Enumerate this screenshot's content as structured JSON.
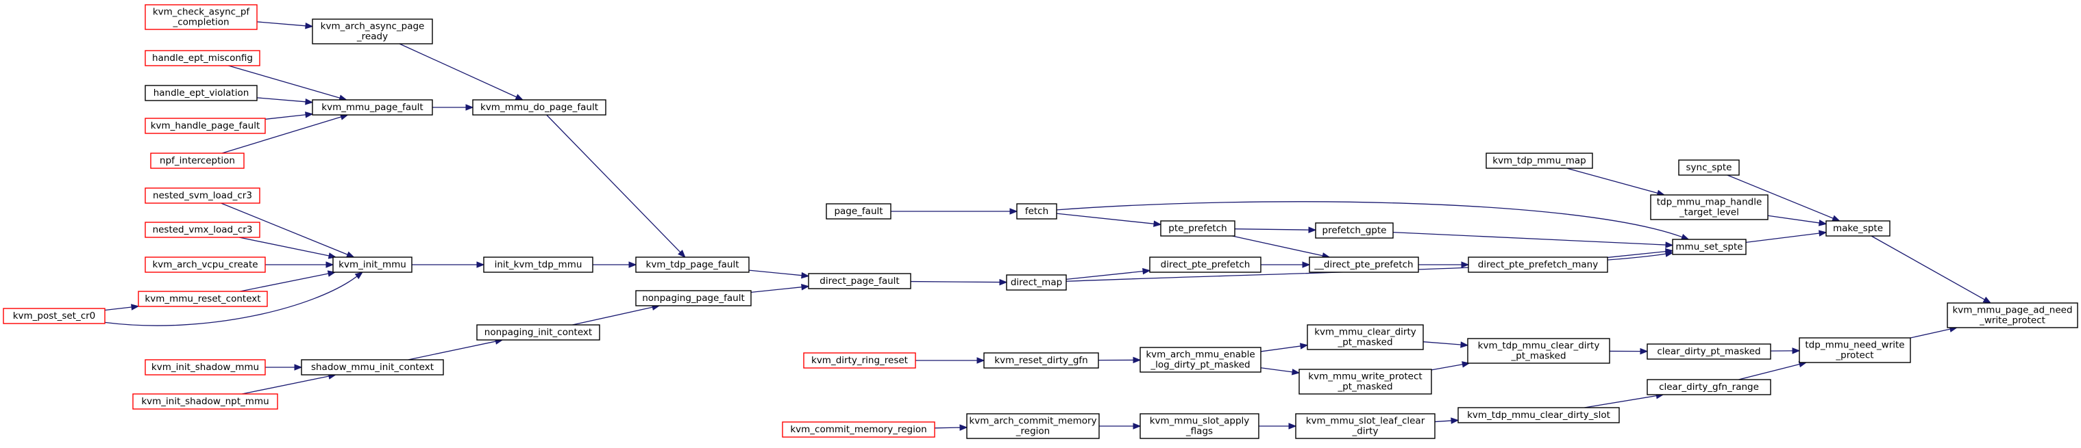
{
  "colors": {
    "edge": "#191970",
    "node_border_default": "#000000",
    "node_border_truncated": "#ff0000",
    "root_fill": "#bfbfbf",
    "node_fill": "#ffffff"
  },
  "nodes": [
    {
      "id": "root",
      "lines": [
        "kvm_mmu_page_ad_need",
        "_write_protect"
      ],
      "style": "root"
    },
    {
      "id": "make_spte",
      "lines": [
        "make_spte"
      ],
      "style": "normal"
    },
    {
      "id": "tdp_mmu_need_write_protect",
      "lines": [
        "tdp_mmu_need_write",
        "_protect"
      ],
      "style": "normal"
    },
    {
      "id": "sync_spte",
      "lines": [
        "sync_spte"
      ],
      "style": "normal"
    },
    {
      "id": "tdp_mmu_map_handle_target_level",
      "lines": [
        "tdp_mmu_map_handle",
        "_target_level"
      ],
      "style": "normal"
    },
    {
      "id": "mmu_set_spte",
      "lines": [
        "mmu_set_spte"
      ],
      "style": "normal"
    },
    {
      "id": "clear_dirty_pt_masked",
      "lines": [
        "clear_dirty_pt_masked"
      ],
      "style": "normal"
    },
    {
      "id": "clear_dirty_gfn_range",
      "lines": [
        "clear_dirty_gfn_range"
      ],
      "style": "normal"
    },
    {
      "id": "kvm_tdp_mmu_map",
      "lines": [
        "kvm_tdp_mmu_map"
      ],
      "style": "normal"
    },
    {
      "id": "fetch",
      "lines": [
        "fetch"
      ],
      "style": "normal"
    },
    {
      "id": "prefetch_gpte",
      "lines": [
        "prefetch_gpte"
      ],
      "style": "normal"
    },
    {
      "id": "direct_pte_prefetch_many",
      "lines": [
        "direct_pte_prefetch_many"
      ],
      "style": "normal"
    },
    {
      "id": "direct_map",
      "lines": [
        "direct_map"
      ],
      "style": "normal"
    },
    {
      "id": "kvm_tdp_mmu_clear_dirty_pt_masked",
      "lines": [
        "kvm_tdp_mmu_clear_dirty",
        "_pt_masked"
      ],
      "style": "normal"
    },
    {
      "id": "kvm_tdp_mmu_clear_dirty_slot",
      "lines": [
        "kvm_tdp_mmu_clear_dirty_slot"
      ],
      "style": "normal"
    },
    {
      "id": "page_fault",
      "lines": [
        "page_fault"
      ],
      "style": "normal"
    },
    {
      "id": "pte_prefetch",
      "lines": [
        "pte_prefetch"
      ],
      "style": "normal"
    },
    {
      "id": "__direct_pte_prefetch",
      "lines": [
        "__direct_pte_prefetch"
      ],
      "style": "normal"
    },
    {
      "id": "direct_pte_prefetch",
      "lines": [
        "direct_pte_prefetch"
      ],
      "style": "normal"
    },
    {
      "id": "direct_page_fault",
      "lines": [
        "direct_page_fault"
      ],
      "style": "normal"
    },
    {
      "id": "kvm_tdp_page_fault",
      "lines": [
        "kvm_tdp_page_fault"
      ],
      "style": "normal"
    },
    {
      "id": "nonpaging_page_fault",
      "lines": [
        "nonpaging_page_fault"
      ],
      "style": "normal"
    },
    {
      "id": "kvm_mmu_do_page_fault",
      "lines": [
        "kvm_mmu_do_page_fault"
      ],
      "style": "normal"
    },
    {
      "id": "init_kvm_tdp_mmu",
      "lines": [
        "init_kvm_tdp_mmu"
      ],
      "style": "normal"
    },
    {
      "id": "nonpaging_init_context",
      "lines": [
        "nonpaging_init_context"
      ],
      "style": "normal"
    },
    {
      "id": "kvm_arch_async_page_ready",
      "lines": [
        "kvm_arch_async_page",
        "_ready"
      ],
      "style": "normal"
    },
    {
      "id": "kvm_mmu_page_fault",
      "lines": [
        "kvm_mmu_page_fault"
      ],
      "style": "normal"
    },
    {
      "id": "kvm_init_mmu",
      "lines": [
        "kvm_init_mmu"
      ],
      "style": "normal"
    },
    {
      "id": "shadow_mmu_init_context",
      "lines": [
        "shadow_mmu_init_context"
      ],
      "style": "normal"
    },
    {
      "id": "kvm_check_async_pf_completion",
      "lines": [
        "kvm_check_async_pf",
        "_completion"
      ],
      "style": "truncated"
    },
    {
      "id": "handle_ept_misconfig",
      "lines": [
        "handle_ept_misconfig"
      ],
      "style": "truncated"
    },
    {
      "id": "handle_ept_violation",
      "lines": [
        "handle_ept_violation"
      ],
      "style": "normal"
    },
    {
      "id": "kvm_handle_page_fault",
      "lines": [
        "kvm_handle_page_fault"
      ],
      "style": "truncated"
    },
    {
      "id": "npf_interception",
      "lines": [
        "npf_interception"
      ],
      "style": "truncated"
    },
    {
      "id": "nested_svm_load_cr3",
      "lines": [
        "nested_svm_load_cr3"
      ],
      "style": "truncated"
    },
    {
      "id": "nested_vmx_load_cr3",
      "lines": [
        "nested_vmx_load_cr3"
      ],
      "style": "truncated"
    },
    {
      "id": "kvm_arch_vcpu_create",
      "lines": [
        "kvm_arch_vcpu_create"
      ],
      "style": "truncated"
    },
    {
      "id": "kvm_mmu_reset_context",
      "lines": [
        "kvm_mmu_reset_context"
      ],
      "style": "truncated"
    },
    {
      "id": "kvm_post_set_cr0",
      "lines": [
        "kvm_post_set_cr0"
      ],
      "style": "truncated"
    },
    {
      "id": "kvm_init_shadow_mmu",
      "lines": [
        "kvm_init_shadow_mmu"
      ],
      "style": "truncated"
    },
    {
      "id": "kvm_init_shadow_npt_mmu",
      "lines": [
        "kvm_init_shadow_npt_mmu"
      ],
      "style": "truncated"
    },
    {
      "id": "kvm_arch_mmu_enable_log_dirty_pt_masked",
      "lines": [
        "kvm_arch_mmu_enable",
        "_log_dirty_pt_masked"
      ],
      "style": "normal"
    },
    {
      "id": "kvm_mmu_clear_dirty_pt_masked",
      "lines": [
        "kvm_mmu_clear_dirty",
        "_pt_masked"
      ],
      "style": "normal"
    },
    {
      "id": "kvm_mmu_write_protect_pt_masked",
      "lines": [
        "kvm_mmu_write_protect",
        "_pt_masked"
      ],
      "style": "normal"
    },
    {
      "id": "kvm_reset_dirty_gfn",
      "lines": [
        "kvm_reset_dirty_gfn"
      ],
      "style": "normal"
    },
    {
      "id": "kvm_dirty_ring_reset",
      "lines": [
        "kvm_dirty_ring_reset"
      ],
      "style": "truncated"
    },
    {
      "id": "kvm_mmu_slot_leaf_clear_dirty",
      "lines": [
        "kvm_mmu_slot_leaf_clear",
        "_dirty"
      ],
      "style": "normal"
    },
    {
      "id": "kvm_mmu_slot_apply_flags",
      "lines": [
        "kvm_mmu_slot_apply",
        "_flags"
      ],
      "style": "normal"
    },
    {
      "id": "kvm_arch_commit_memory_region",
      "lines": [
        "kvm_arch_commit_memory",
        "_region"
      ],
      "style": "normal"
    },
    {
      "id": "kvm_commit_memory_region",
      "lines": [
        "kvm_commit_memory_region"
      ],
      "style": "truncated"
    }
  ],
  "edges": [
    {
      "from": "make_spte",
      "to": "root"
    },
    {
      "from": "tdp_mmu_need_write_protect",
      "to": "root"
    },
    {
      "from": "sync_spte",
      "to": "make_spte"
    },
    {
      "from": "tdp_mmu_map_handle_target_level",
      "to": "make_spte"
    },
    {
      "from": "mmu_set_spte",
      "to": "make_spte"
    },
    {
      "from": "kvm_tdp_mmu_map",
      "to": "tdp_mmu_map_handle_target_level"
    },
    {
      "from": "fetch",
      "to": "mmu_set_spte"
    },
    {
      "from": "prefetch_gpte",
      "to": "mmu_set_spte"
    },
    {
      "from": "direct_pte_prefetch_many",
      "to": "mmu_set_spte"
    },
    {
      "from": "direct_map",
      "to": "mmu_set_spte"
    },
    {
      "from": "page_fault",
      "to": "fetch"
    },
    {
      "from": "fetch",
      "to": "pte_prefetch"
    },
    {
      "from": "pte_prefetch",
      "to": "prefetch_gpte"
    },
    {
      "from": "pte_prefetch",
      "to": "__direct_pte_prefetch"
    },
    {
      "from": "__direct_pte_prefetch",
      "to": "direct_pte_prefetch_many"
    },
    {
      "from": "direct_pte_prefetch",
      "to": "__direct_pte_prefetch"
    },
    {
      "from": "direct_map",
      "to": "direct_pte_prefetch"
    },
    {
      "from": "direct_page_fault",
      "to": "direct_map"
    },
    {
      "from": "kvm_tdp_page_fault",
      "to": "direct_page_fault"
    },
    {
      "from": "nonpaging_page_fault",
      "to": "direct_page_fault"
    },
    {
      "from": "kvm_mmu_do_page_fault",
      "to": "kvm_tdp_page_fault"
    },
    {
      "from": "init_kvm_tdp_mmu",
      "to": "kvm_tdp_page_fault"
    },
    {
      "from": "nonpaging_init_context",
      "to": "nonpaging_page_fault"
    },
    {
      "from": "kvm_arch_async_page_ready",
      "to": "kvm_mmu_do_page_fault"
    },
    {
      "from": "kvm_mmu_page_fault",
      "to": "kvm_mmu_do_page_fault"
    },
    {
      "from": "kvm_check_async_pf_completion",
      "to": "kvm_arch_async_page_ready"
    },
    {
      "from": "handle_ept_misconfig",
      "to": "kvm_mmu_page_fault"
    },
    {
      "from": "handle_ept_violation",
      "to": "kvm_mmu_page_fault"
    },
    {
      "from": "kvm_handle_page_fault",
      "to": "kvm_mmu_page_fault"
    },
    {
      "from": "npf_interception",
      "to": "kvm_mmu_page_fault"
    },
    {
      "from": "kvm_init_mmu",
      "to": "init_kvm_tdp_mmu"
    },
    {
      "from": "nested_svm_load_cr3",
      "to": "kvm_init_mmu"
    },
    {
      "from": "nested_vmx_load_cr3",
      "to": "kvm_init_mmu"
    },
    {
      "from": "kvm_arch_vcpu_create",
      "to": "kvm_init_mmu"
    },
    {
      "from": "kvm_mmu_reset_context",
      "to": "kvm_init_mmu"
    },
    {
      "from": "kvm_post_set_cr0",
      "to": "kvm_init_mmu"
    },
    {
      "from": "kvm_post_set_cr0",
      "to": "kvm_mmu_reset_context"
    },
    {
      "from": "shadow_mmu_init_context",
      "to": "nonpaging_init_context"
    },
    {
      "from": "kvm_init_shadow_mmu",
      "to": "shadow_mmu_init_context"
    },
    {
      "from": "kvm_init_shadow_npt_mmu",
      "to": "shadow_mmu_init_context"
    },
    {
      "from": "clear_dirty_pt_masked",
      "to": "tdp_mmu_need_write_protect"
    },
    {
      "from": "clear_dirty_gfn_range",
      "to": "tdp_mmu_need_write_protect"
    },
    {
      "from": "kvm_tdp_mmu_clear_dirty_pt_masked",
      "to": "clear_dirty_pt_masked"
    },
    {
      "from": "kvm_tdp_mmu_clear_dirty_slot",
      "to": "clear_dirty_gfn_range"
    },
    {
      "from": "kvm_mmu_clear_dirty_pt_masked",
      "to": "kvm_tdp_mmu_clear_dirty_pt_masked"
    },
    {
      "from": "kvm_mmu_write_protect_pt_masked",
      "to": "kvm_tdp_mmu_clear_dirty_pt_masked"
    },
    {
      "from": "kvm_arch_mmu_enable_log_dirty_pt_masked",
      "to": "kvm_mmu_clear_dirty_pt_masked"
    },
    {
      "from": "kvm_arch_mmu_enable_log_dirty_pt_masked",
      "to": "kvm_mmu_write_protect_pt_masked"
    },
    {
      "from": "kvm_reset_dirty_gfn",
      "to": "kvm_arch_mmu_enable_log_dirty_pt_masked"
    },
    {
      "from": "kvm_dirty_ring_reset",
      "to": "kvm_reset_dirty_gfn"
    },
    {
      "from": "kvm_mmu_slot_leaf_clear_dirty",
      "to": "kvm_tdp_mmu_clear_dirty_slot"
    },
    {
      "from": "kvm_mmu_slot_apply_flags",
      "to": "kvm_mmu_slot_leaf_clear_dirty"
    },
    {
      "from": "kvm_arch_commit_memory_region",
      "to": "kvm_mmu_slot_apply_flags"
    },
    {
      "from": "kvm_commit_memory_region",
      "to": "kvm_arch_commit_memory_region"
    }
  ]
}
